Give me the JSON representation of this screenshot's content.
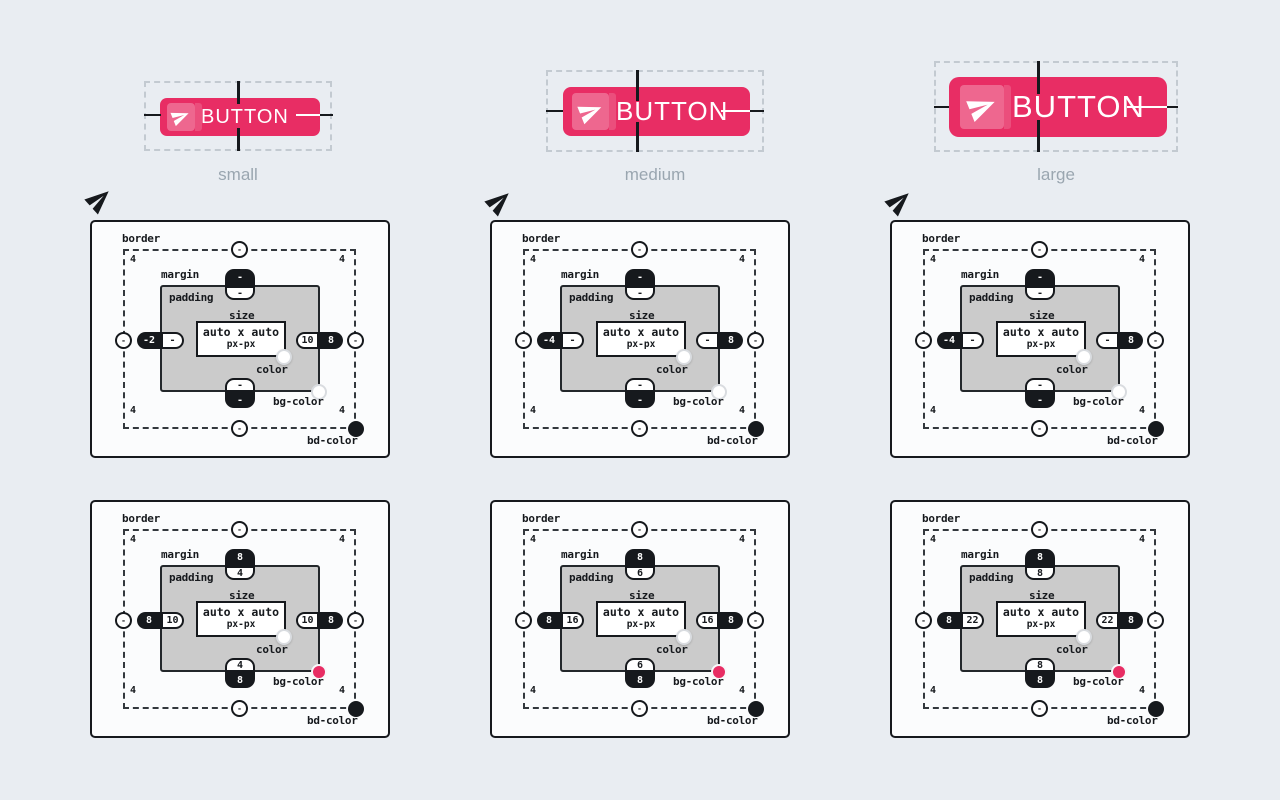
{
  "colors": {
    "background": "#e9edf2",
    "accent_pink": "#e82d64",
    "ink": "#16191d",
    "caption_gray": "#9aa6b0",
    "margin_box_gray": "#cbcbcb",
    "card_bg": "#fbfcfd"
  },
  "icons": {
    "button_icon": "paper-plane-icon",
    "cursor_icon": "paper-plane-cursor-icon"
  },
  "size_variants": [
    {
      "button_label": "BUTTON",
      "caption": "small"
    },
    {
      "button_label": "BUTTON",
      "caption": "medium"
    },
    {
      "button_label": "BUTTON",
      "caption": "large"
    }
  ],
  "card_labels": {
    "border": "border",
    "margin": "margin",
    "padding": "padding",
    "size": "size",
    "size_value": "auto x auto",
    "size_unit": "px-px",
    "color": "color",
    "bg_color": "bg-color",
    "bd_color": "bd-color"
  },
  "diagram_rows": [
    {
      "cards": [
        {
          "variant": "small",
          "border_width": "4",
          "radius": "-",
          "margin_top": "-",
          "padding_top": "-",
          "margin_left": "-2",
          "padding_left": "-",
          "padding_right": "10",
          "margin_right": "8",
          "padding_bottom": "-",
          "margin_bottom": "-",
          "bg_dot": "white",
          "bd_dot": "black",
          "color_dot": "white"
        },
        {
          "variant": "medium",
          "border_width": "4",
          "radius": "-",
          "margin_top": "-",
          "padding_top": "-",
          "margin_left": "-4",
          "padding_left": "-",
          "padding_right": "-",
          "margin_right": "8",
          "padding_bottom": "-",
          "margin_bottom": "-",
          "bg_dot": "white",
          "bd_dot": "black",
          "color_dot": "white"
        },
        {
          "variant": "large",
          "border_width": "4",
          "radius": "-",
          "margin_top": "-",
          "padding_top": "-",
          "margin_left": "-4",
          "padding_left": "-",
          "padding_right": "-",
          "margin_right": "8",
          "padding_bottom": "-",
          "margin_bottom": "-",
          "bg_dot": "white",
          "bd_dot": "black",
          "color_dot": "white"
        }
      ]
    },
    {
      "cards": [
        {
          "variant": "small",
          "border_width": "4",
          "radius": "-",
          "margin_top": "8",
          "padding_top": "4",
          "margin_left": "8",
          "padding_left": "10",
          "padding_right": "10",
          "margin_right": "8",
          "padding_bottom": "4",
          "margin_bottom": "8",
          "bg_dot": "pink",
          "bd_dot": "black",
          "color_dot": "white"
        },
        {
          "variant": "medium",
          "border_width": "4",
          "radius": "-",
          "margin_top": "8",
          "padding_top": "6",
          "margin_left": "8",
          "padding_left": "16",
          "padding_right": "16",
          "margin_right": "8",
          "padding_bottom": "6",
          "margin_bottom": "8",
          "bg_dot": "pink",
          "bd_dot": "black",
          "color_dot": "white"
        },
        {
          "variant": "large",
          "border_width": "4",
          "radius": "-",
          "margin_top": "8",
          "padding_top": "8",
          "margin_left": "8",
          "padding_left": "22",
          "padding_right": "22",
          "margin_right": "8",
          "padding_bottom": "8",
          "margin_bottom": "8",
          "bg_dot": "pink",
          "bd_dot": "black",
          "color_dot": "white"
        }
      ]
    }
  ]
}
